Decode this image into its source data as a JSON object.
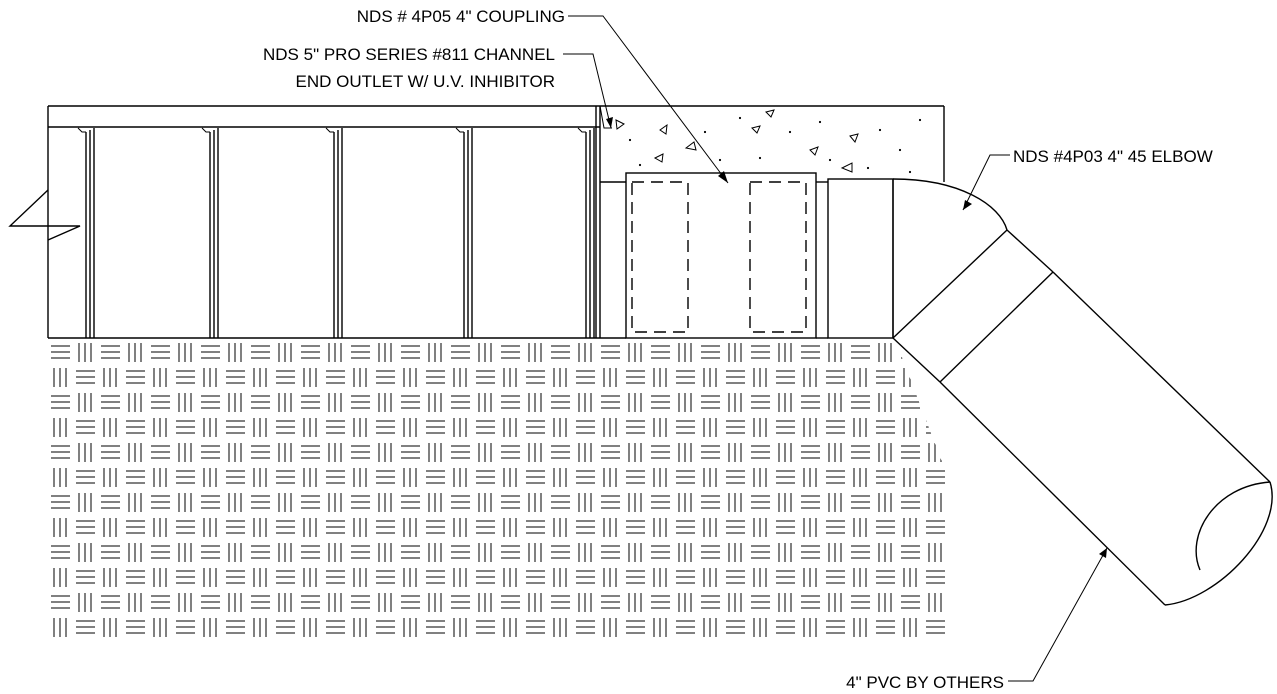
{
  "labels": {
    "coupling": "NDS # 4P05 4\" COUPLING",
    "channel_line1": "NDS 5\" PRO SERIES  #811 CHANNEL",
    "channel_line2": "END OUTLET W/ U.V. INHIBITOR",
    "elbow": "NDS #4P03 4\" 45 ELBOW",
    "pvc": "4\" PVC BY OTHERS"
  }
}
